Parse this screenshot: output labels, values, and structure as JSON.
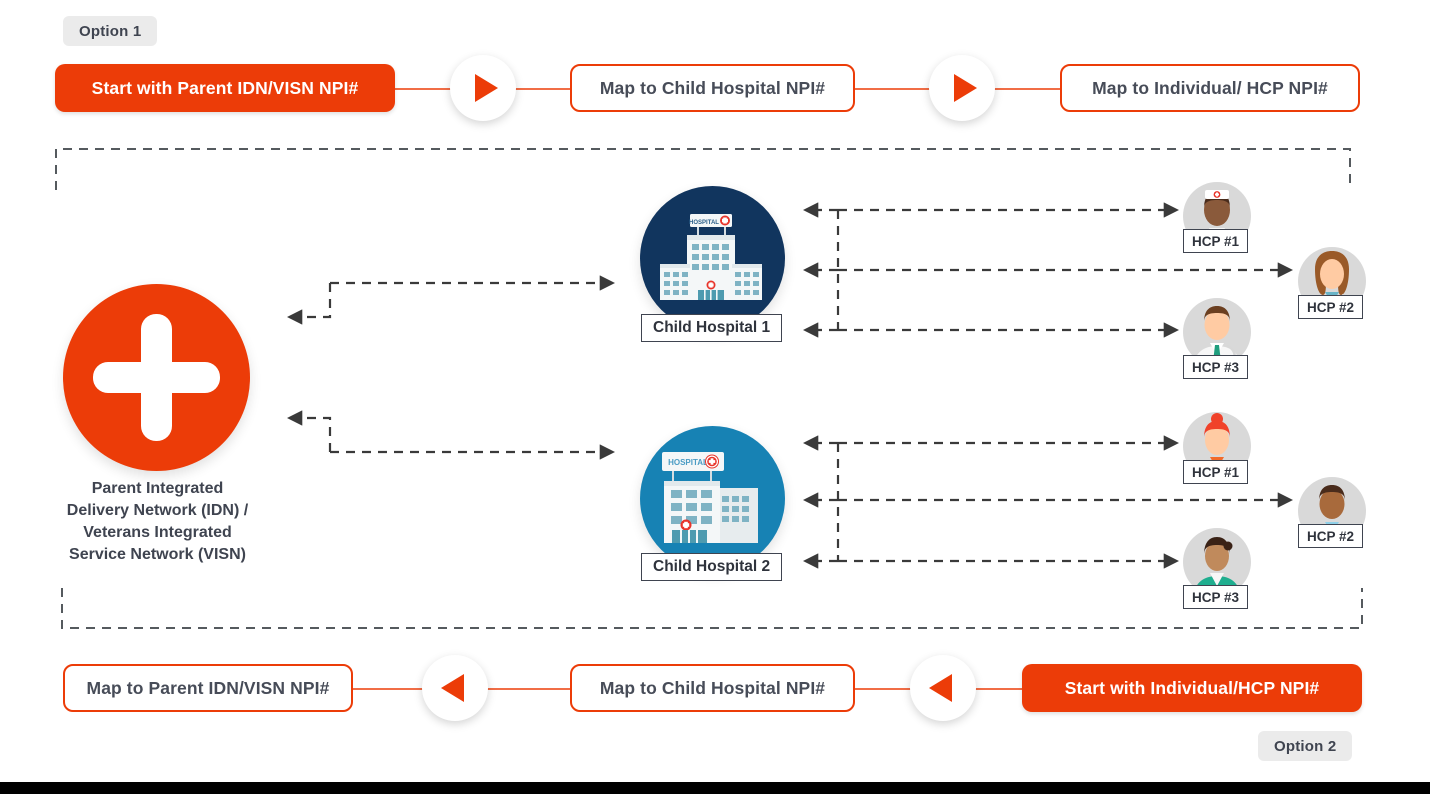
{
  "diagram": {
    "title": "NPI mapping flow: Parent IDN/VISN to Child Hospital to Individual HCP",
    "accent_color": "#ec3c08",
    "text_color": "#3f4450",
    "chip_bg": "#ebebeb",
    "hospital1_color": "#11355e",
    "hospital2_color": "#1782b4",
    "avatar_disc_color": "#d9d9d9"
  },
  "options": {
    "option1_label": "Option 1",
    "option2_label": "Option 2"
  },
  "top_flow": {
    "steps": [
      {
        "label": "Start with Parent IDN/VISN NPI#",
        "style": "filled"
      },
      {
        "label": "Map to Child Hospital NPI#",
        "style": "outline"
      },
      {
        "label": "Map to Individual/ HCP NPI#",
        "style": "outline"
      }
    ],
    "connector_icon": "play-right-icon"
  },
  "bottom_flow": {
    "steps": [
      {
        "label": "Map to Parent IDN/VISN NPI#",
        "style": "outline"
      },
      {
        "label": "Map to Child Hospital NPI#",
        "style": "outline"
      },
      {
        "label": "Start with Individual/HCP NPI#",
        "style": "filled"
      }
    ],
    "connector_icon": "play-left-icon"
  },
  "parent_node": {
    "icon": "medical-cross-icon",
    "caption": "Parent Integrated Delivery Network (IDN) / Veterans Integrated Service Network (VISN)",
    "caption_lines": [
      "Parent Integrated",
      "Delivery Network (IDN) /",
      "Veterans Integrated",
      "Service Network (VISN)"
    ]
  },
  "hospitals": [
    {
      "label": "Child Hospital 1",
      "icon": "hospital-building-icon",
      "sign_text": "HOSPITAL",
      "hcps": [
        {
          "label": "HCP #1",
          "icon": "nurse-avatar-icon"
        },
        {
          "label": "HCP #2",
          "icon": "female-doctor-avatar-icon"
        },
        {
          "label": "HCP #3",
          "icon": "male-doctor-avatar-icon"
        }
      ]
    },
    {
      "label": "Child Hospital 2",
      "icon": "hospital-building-icon",
      "sign_text": "HOSPITAL",
      "hcps": [
        {
          "label": "HCP #1",
          "icon": "redhead-doctor-avatar-icon"
        },
        {
          "label": "HCP #2",
          "icon": "male-doctor-tie-avatar-icon"
        },
        {
          "label": "HCP #3",
          "icon": "female-nurse-scrubs-avatar-icon"
        }
      ]
    }
  ]
}
